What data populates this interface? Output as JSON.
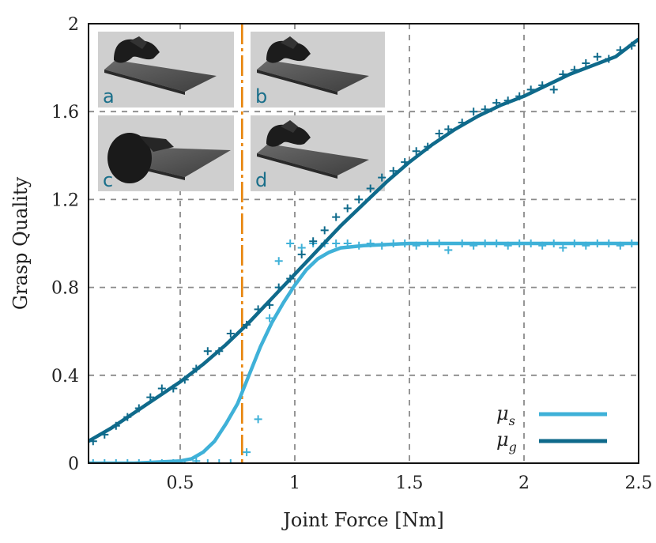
{
  "chart_data": {
    "type": "line",
    "xlabel": "Joint Force [Nm]",
    "ylabel": "Grasp Quality",
    "xlim": [
      0.1,
      2.5
    ],
    "ylim": [
      0,
      2
    ],
    "x_ticks": [
      0.5,
      1,
      1.5,
      2,
      2.5
    ],
    "x_tick_labels": [
      "0.5",
      "1",
      "1.5",
      "2",
      "2.5"
    ],
    "y_ticks": [
      0,
      0.4,
      0.8,
      1.2,
      1.6,
      2
    ],
    "y_tick_labels": [
      "0",
      "0.4",
      "0.8",
      "1.2",
      "1.6",
      "2"
    ],
    "grid": true,
    "legend_position": "bottom-right",
    "threshold_line": {
      "x": 0.77,
      "color": "#e8850c"
    },
    "series": [
      {
        "name": "μs",
        "legend_main": "μ",
        "legend_sub": "s",
        "color": "#3fb1d8",
        "fit_x": [
          0.1,
          0.2,
          0.3,
          0.4,
          0.5,
          0.55,
          0.6,
          0.65,
          0.7,
          0.75,
          0.8,
          0.85,
          0.9,
          0.95,
          1.0,
          1.05,
          1.1,
          1.15,
          1.2,
          1.3,
          1.4,
          1.5,
          1.7,
          2.0,
          2.25,
          2.5
        ],
        "fit_y": [
          0,
          0,
          0,
          0.005,
          0.01,
          0.02,
          0.05,
          0.1,
          0.18,
          0.27,
          0.4,
          0.53,
          0.64,
          0.73,
          0.81,
          0.88,
          0.93,
          0.96,
          0.98,
          0.99,
          0.995,
          1.0,
          1.0,
          1.0,
          1.0,
          1.0
        ],
        "samples_x": [
          0.12,
          0.17,
          0.22,
          0.27,
          0.32,
          0.37,
          0.42,
          0.47,
          0.52,
          0.57,
          0.62,
          0.67,
          0.72,
          0.79,
          0.84,
          0.89,
          0.93,
          0.98,
          1.03,
          1.08,
          1.13,
          1.18,
          1.23,
          1.28,
          1.33,
          1.38,
          1.43,
          1.48,
          1.53,
          1.58,
          1.63,
          1.67,
          1.73,
          1.78,
          1.83,
          1.88,
          1.93,
          1.98,
          2.03,
          2.08,
          2.13,
          2.17,
          2.22,
          2.27,
          2.32,
          2.37,
          2.42,
          2.47
        ],
        "samples_y": [
          0,
          0,
          0,
          0,
          0,
          0,
          0,
          0,
          0,
          0.01,
          0,
          0,
          0,
          0.05,
          0.2,
          0.66,
          0.92,
          1.0,
          0.98,
          1.0,
          1.0,
          1.0,
          1.0,
          0.99,
          1.0,
          0.99,
          1.0,
          1.0,
          0.99,
          1.0,
          1.0,
          0.97,
          1.0,
          0.99,
          1.0,
          1.0,
          0.99,
          1.0,
          1.0,
          0.99,
          1.0,
          0.98,
          1.0,
          0.99,
          1.0,
          1.0,
          0.99,
          1.0
        ]
      },
      {
        "name": "μg",
        "legend_main": "μ",
        "legend_sub": "g",
        "color": "#0f6a8b",
        "fit_x": [
          0.1,
          0.2,
          0.3,
          0.4,
          0.5,
          0.6,
          0.7,
          0.8,
          0.9,
          1.0,
          1.1,
          1.2,
          1.3,
          1.4,
          1.5,
          1.6,
          1.7,
          1.8,
          1.9,
          2.0,
          2.1,
          2.2,
          2.3,
          2.4,
          2.5
        ],
        "fit_y": [
          0.1,
          0.16,
          0.23,
          0.3,
          0.37,
          0.45,
          0.54,
          0.64,
          0.75,
          0.86,
          0.97,
          1.08,
          1.18,
          1.28,
          1.37,
          1.45,
          1.52,
          1.58,
          1.63,
          1.67,
          1.72,
          1.77,
          1.81,
          1.85,
          1.93
        ],
        "samples_x": [
          0.12,
          0.17,
          0.22,
          0.27,
          0.32,
          0.37,
          0.42,
          0.47,
          0.52,
          0.57,
          0.62,
          0.67,
          0.72,
          0.79,
          0.84,
          0.89,
          0.93,
          0.98,
          1.03,
          1.08,
          1.13,
          1.18,
          1.23,
          1.28,
          1.33,
          1.38,
          1.43,
          1.48,
          1.53,
          1.58,
          1.63,
          1.67,
          1.73,
          1.78,
          1.83,
          1.88,
          1.93,
          1.98,
          2.03,
          2.08,
          2.13,
          2.17,
          2.22,
          2.27,
          2.32,
          2.37,
          2.42,
          2.47
        ],
        "samples_y": [
          0.1,
          0.13,
          0.17,
          0.21,
          0.25,
          0.3,
          0.34,
          0.34,
          0.38,
          0.43,
          0.51,
          0.51,
          0.59,
          0.63,
          0.7,
          0.72,
          0.8,
          0.84,
          0.95,
          1.01,
          1.06,
          1.12,
          1.16,
          1.2,
          1.25,
          1.3,
          1.33,
          1.37,
          1.42,
          1.44,
          1.5,
          1.52,
          1.55,
          1.6,
          1.61,
          1.64,
          1.65,
          1.67,
          1.7,
          1.72,
          1.7,
          1.77,
          1.79,
          1.82,
          1.85,
          1.84,
          1.88,
          1.9
        ]
      }
    ],
    "insets": [
      {
        "label": "a"
      },
      {
        "label": "b"
      },
      {
        "label": "c"
      },
      {
        "label": "d"
      }
    ]
  }
}
